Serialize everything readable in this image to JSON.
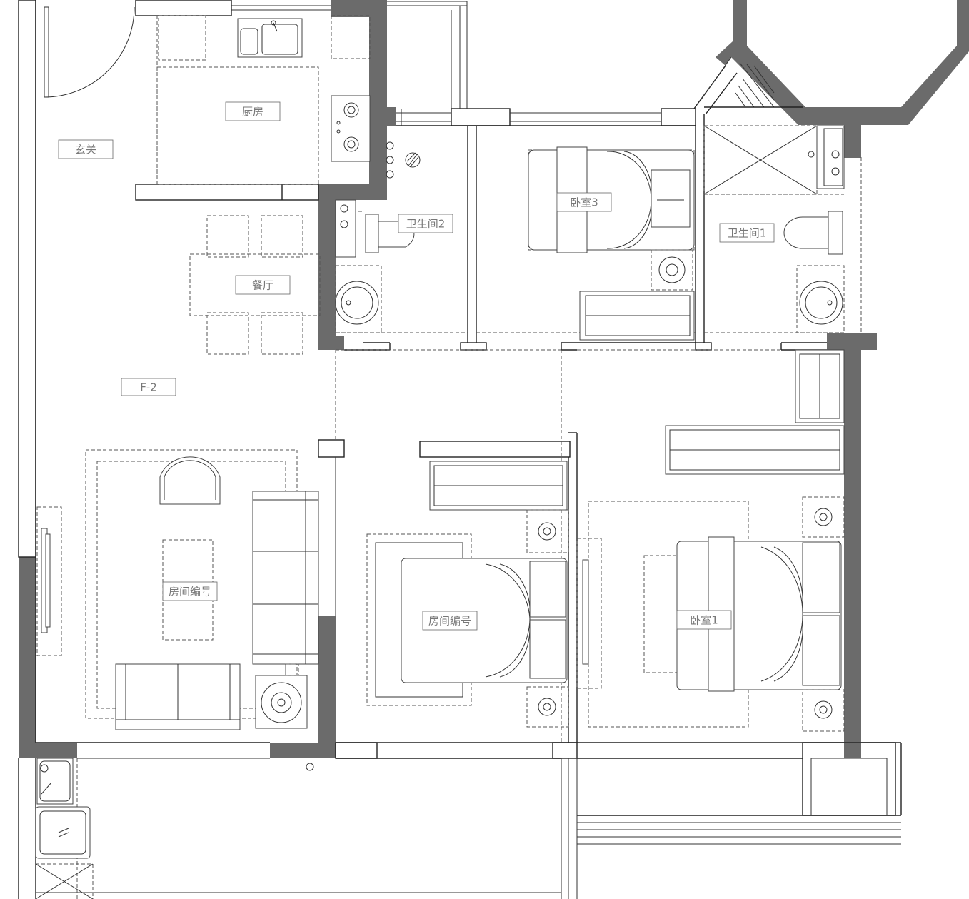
{
  "rooms": {
    "entry": "玄关",
    "kitchen": "厨房",
    "dining": "餐厅",
    "living_code": "F-2",
    "living_room_id": "房间编号",
    "bedroom2_id": "房间编号",
    "bedroom3": "卧室3",
    "bedroom1": "卧室1",
    "bathroom2": "卫生间2",
    "bathroom1": "卫生间1"
  },
  "colors": {
    "wall": "#6b6b6b",
    "line": "#222222",
    "label": "#777777"
  }
}
